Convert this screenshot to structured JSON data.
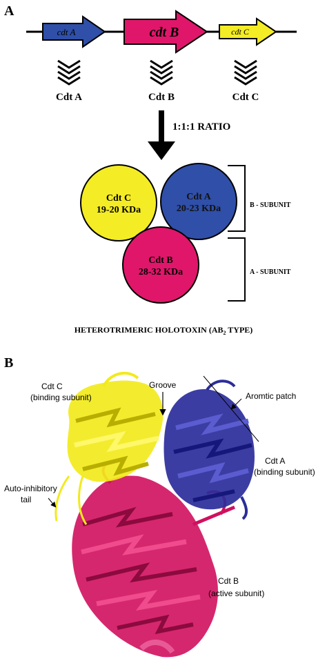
{
  "panel_a": {
    "label": "A",
    "genes": [
      {
        "name": "cdt A",
        "color": "#2f4fa8"
      },
      {
        "name": "cdt B",
        "color": "#e0166a"
      },
      {
        "name": "cdt C",
        "color": "#f4ec24"
      }
    ],
    "proteins": [
      "Cdt A",
      "Cdt B",
      "Cdt C"
    ],
    "ratio_label": "1:1:1 RATIO",
    "subunits": [
      {
        "name": "Cdt C",
        "size": "19-20 KDa",
        "color": "#f4ec24"
      },
      {
        "name": "Cdt A",
        "size": "20-23 KDa",
        "color": "#2f4fa8"
      },
      {
        "name": "Cdt B",
        "size": "28-32 KDa",
        "color": "#e0166a"
      }
    ],
    "bracket_b_label": "B - SUBUNIT",
    "bracket_a_label": "A - SUBUNIT",
    "caption_prefix": "HETEROTRIMERIC HOLOTOXIN (AB",
    "caption_sub": "2",
    "caption_suffix": " TYPE)"
  },
  "panel_b": {
    "label": "B",
    "annotations": {
      "cdt_c_title": "Cdt C",
      "cdt_c_role": "(binding subunit)",
      "groove": "Groove",
      "aromatic_patch": "Aromtic patch",
      "cdt_a_title": "Cdt A",
      "cdt_a_role": "(binding subunit)",
      "tail_line1": "Auto-inhibitory",
      "tail_line2": "tail",
      "cdt_b_title": "Cdt B",
      "cdt_b_role": "(active subunit)"
    },
    "colors": {
      "cdt_c": "#f2ea1c",
      "cdt_a": "#2b2d9a",
      "cdt_b": "#d0105e"
    }
  }
}
